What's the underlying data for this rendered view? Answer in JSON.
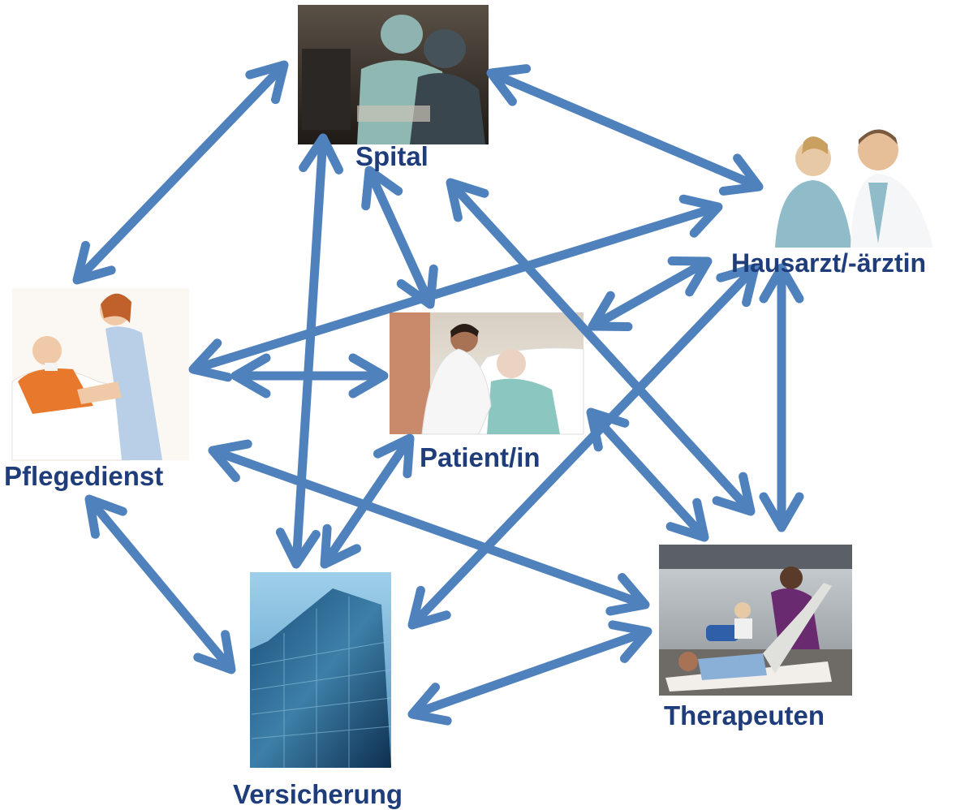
{
  "colors": {
    "arrow": "#4f81bd",
    "label": "#1f3d7a"
  },
  "nodes": {
    "spital": {
      "label": "Spital",
      "icon": "surgeons-operating-photo"
    },
    "hausarzt": {
      "label": "Hausarzt/-ärztin",
      "icon": "nurse-and-doctor-photo"
    },
    "pflegedienst": {
      "label": "Pflegedienst",
      "icon": "nurse-with-patient-photo"
    },
    "patient": {
      "label": "Patient/in",
      "icon": "doctor-examining-elderly-patient-photo"
    },
    "versicherung": {
      "label": "Versicherung",
      "icon": "glass-office-building-photo"
    },
    "therapeuten": {
      "label": "Therapeuten",
      "icon": "physiotherapy-session-photo"
    }
  },
  "connections": [
    {
      "from": "spital",
      "to": "pflegedienst",
      "type": "bidirectional"
    },
    {
      "from": "spital",
      "to": "hausarzt",
      "type": "bidirectional"
    },
    {
      "from": "spital",
      "to": "patient",
      "type": "bidirectional"
    },
    {
      "from": "spital",
      "to": "therapeuten",
      "type": "bidirectional"
    },
    {
      "from": "spital",
      "to": "versicherung",
      "type": "bidirectional"
    },
    {
      "from": "hausarzt",
      "to": "pflegedienst",
      "type": "bidirectional"
    },
    {
      "from": "hausarzt",
      "to": "patient",
      "type": "bidirectional"
    },
    {
      "from": "hausarzt",
      "to": "versicherung",
      "type": "bidirectional"
    },
    {
      "from": "hausarzt",
      "to": "therapeuten",
      "type": "bidirectional"
    },
    {
      "from": "pflegedienst",
      "to": "patient",
      "type": "bidirectional"
    },
    {
      "from": "pflegedienst",
      "to": "therapeuten",
      "type": "bidirectional"
    },
    {
      "from": "pflegedienst",
      "to": "versicherung",
      "type": "bidirectional"
    },
    {
      "from": "patient",
      "to": "versicherung",
      "type": "bidirectional"
    },
    {
      "from": "patient",
      "to": "therapeuten",
      "type": "bidirectional"
    },
    {
      "from": "versicherung",
      "to": "therapeuten",
      "type": "bidirectional"
    }
  ]
}
